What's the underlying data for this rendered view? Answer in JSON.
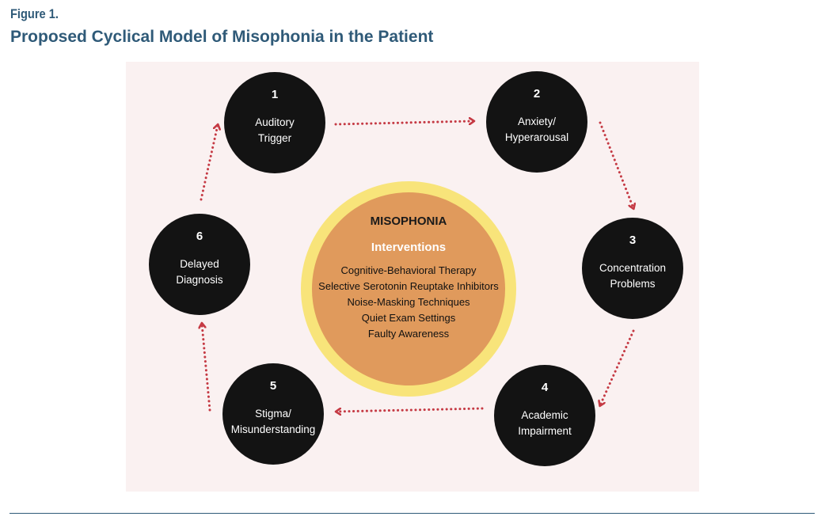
{
  "figure": {
    "label": "Figure 1.",
    "title": "Proposed Cyclical Model of Misophonia in the Patient"
  },
  "colors": {
    "title": "#2f5a78",
    "panel_background": "#faf1f1",
    "node_fill": "#131313",
    "arrow": "#c53a44",
    "center_ring": "#f8e47a",
    "center_fill": "#e09a5c"
  },
  "cycle": {
    "nodes": [
      {
        "number": "1",
        "label": "Auditory\nTrigger"
      },
      {
        "number": "2",
        "label": "Anxiety/\nHyperarousal"
      },
      {
        "number": "3",
        "label": "Concentration\nProblems"
      },
      {
        "number": "4",
        "label": "Academic\nImpairment"
      },
      {
        "number": "5",
        "label": "Stigma/\nMisunderstanding"
      },
      {
        "number": "6",
        "label": "Delayed\nDiagnosis"
      }
    ],
    "arrow_style": "dotted"
  },
  "center": {
    "title": "MISOPHONIA",
    "subtitle": "Interventions",
    "items": [
      "Cognitive-Behavioral Therapy",
      "Selective Serotonin Reuptake Inhibitors",
      "Noise-Masking Techniques",
      "Quiet Exam Settings",
      "Faulty Awareness"
    ]
  }
}
